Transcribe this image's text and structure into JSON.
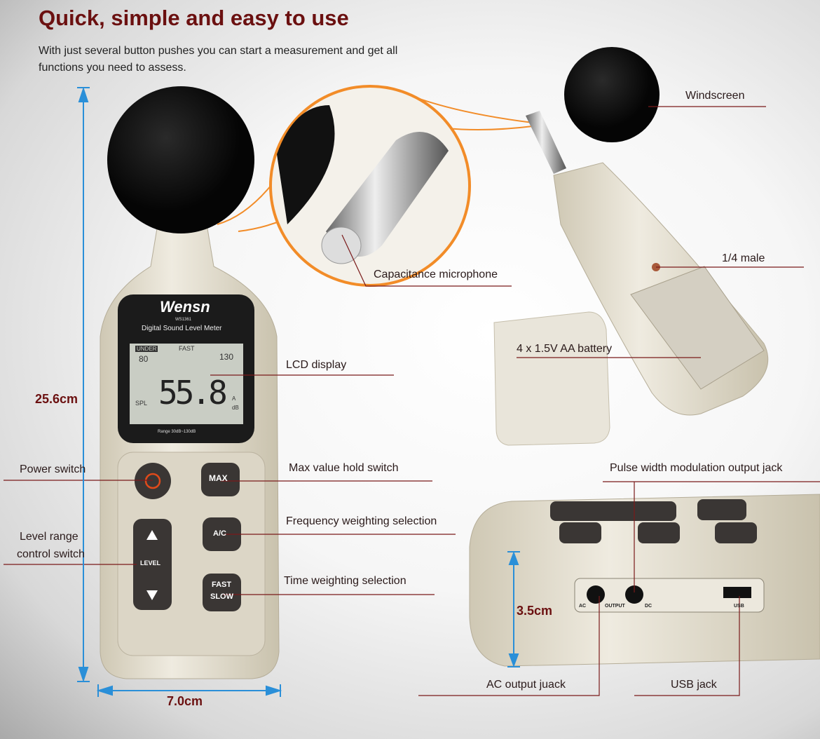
{
  "title": "Quick, simple and easy to use",
  "subtitle": "With just several button pushes you can start a measurement and get all functions you need to assess.",
  "device": {
    "brand": "Wensn",
    "model": "WS1361",
    "name": "Digital Sound Level Meter",
    "lcd_reading": "55.8",
    "lcd_min": "80",
    "lcd_max": "130",
    "lcd_mode": "FAST",
    "lcd_flag": "UNDER",
    "lcd_spl": "SPL",
    "lcd_unit_a": "A",
    "lcd_unit_db": "dB",
    "range": "Range 30dB~130dB",
    "buttons": {
      "max": "MAX",
      "ac": "A/C",
      "fast": "FAST",
      "slow": "SLOW",
      "level": "LEVEL"
    },
    "ports": {
      "ac": "AC",
      "output": "OUTPUT",
      "dc": "DC",
      "usb": "USB"
    }
  },
  "labels": {
    "windscreen": "Windscreen",
    "quarter_male": "1/4 male",
    "battery": "4 x 1.5V AA battery",
    "microphone": "Capacitance microphone",
    "lcd": "LCD display",
    "power": "Power switch",
    "max_hold": "Max value hold switch",
    "freq_weight": "Frequency weighting selection",
    "time_weight": "Time weighting selection",
    "level_range_1": "Level range",
    "level_range_2": "control switch",
    "pwm": "Pulse width modulation output jack",
    "ac_output": "AC output juack",
    "usb": "USB jack"
  },
  "dimensions": {
    "height": "25.6cm",
    "width": "7.0cm",
    "thickness": "3.5cm"
  },
  "colors": {
    "title": "#6b1010",
    "leader_line": "#7a1a1a",
    "dimension_arrow": "#2a8fd8",
    "callout_circle": "#f28c28"
  }
}
